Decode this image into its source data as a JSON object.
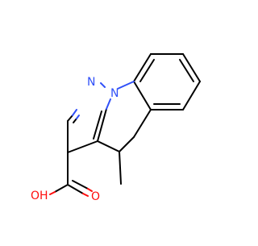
{
  "molecule": {
    "atom_labels": {
      "n_pyrazole": "N",
      "n_bridge": "N",
      "hydroxyl": "OH",
      "carbonyl_o": "O"
    },
    "colors": {
      "bond": "#000000",
      "nitrogen": "#3050F8",
      "oxygen": "#FF0D0D",
      "background": "#FFFFFF"
    }
  }
}
